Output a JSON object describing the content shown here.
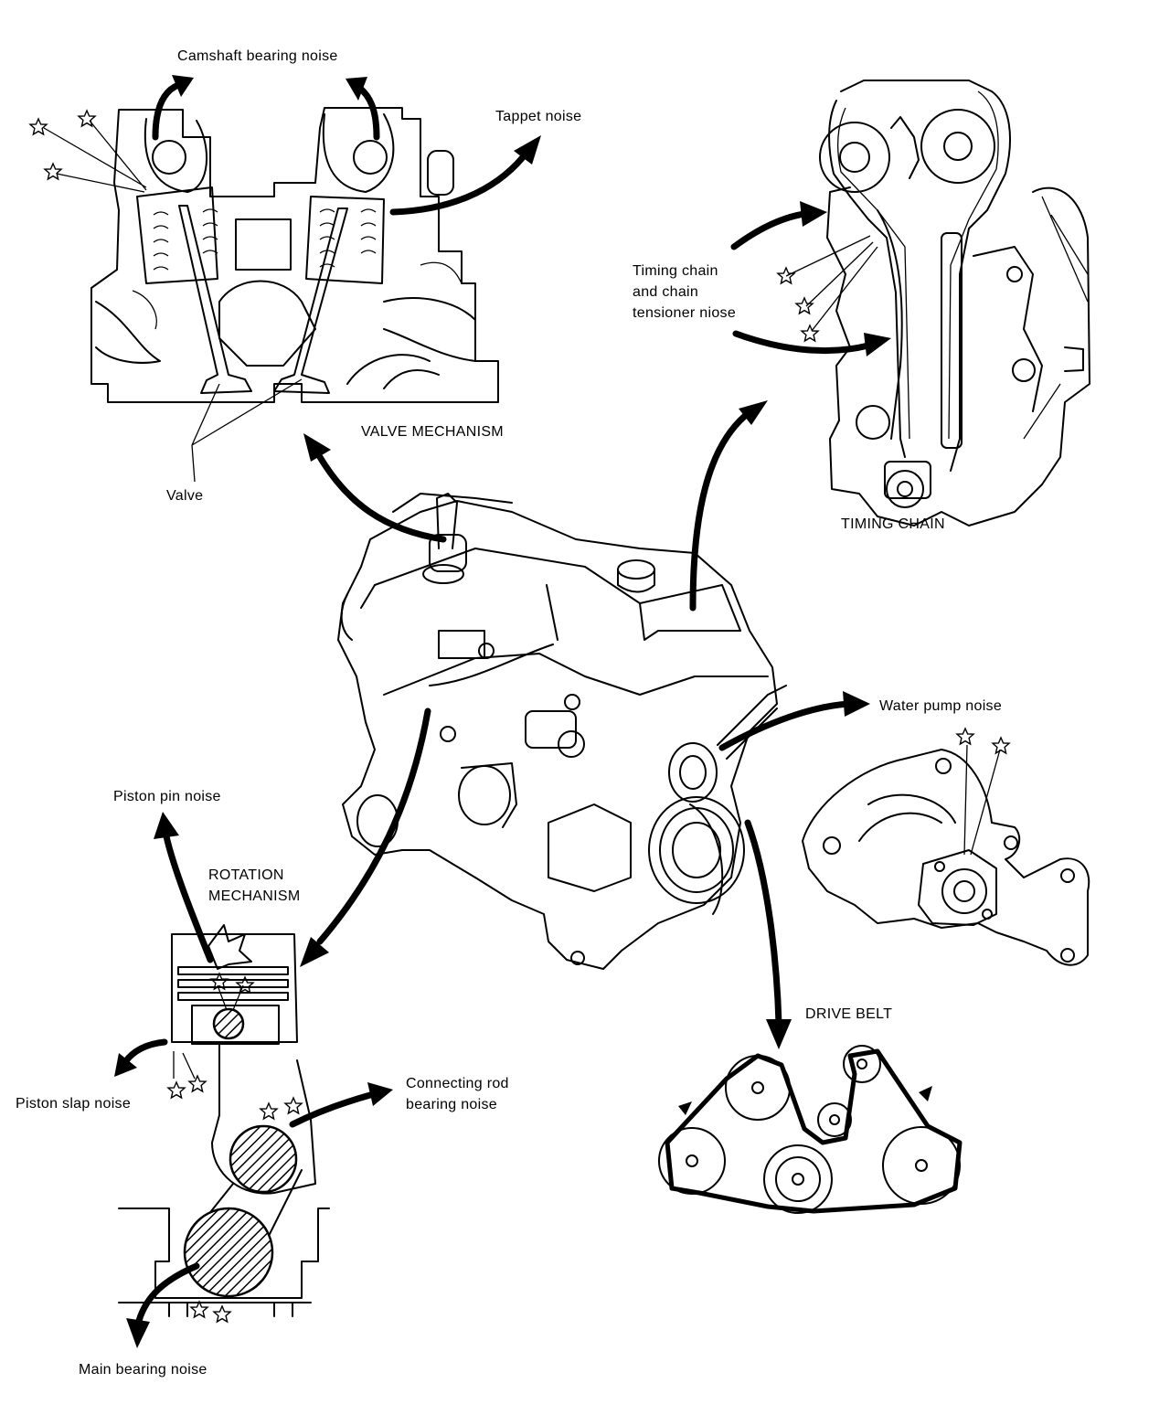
{
  "labels": {
    "camshaft_bearing_noise": "Camshaft bearing noise",
    "tappet_noise": "Tappet noise",
    "valve_mechanism": "VALVE MECHANISM",
    "valve": "Valve",
    "timing_chain_noise": [
      "Timing chain",
      "and chain",
      "tensioner niose"
    ],
    "timing_chain": "TIMING CHAIN",
    "water_pump_noise": "Water pump noise",
    "piston_pin_noise": "Piston pin noise",
    "rotation_mechanism": [
      "ROTATION",
      "MECHANISM"
    ],
    "piston_slap_noise": "Piston slap noise",
    "connecting_rod_bearing_noise": [
      "Connecting rod",
      "bearing noise"
    ],
    "drive_belt": "DRIVE BELT",
    "main_bearing_noise": "Main bearing noise"
  }
}
